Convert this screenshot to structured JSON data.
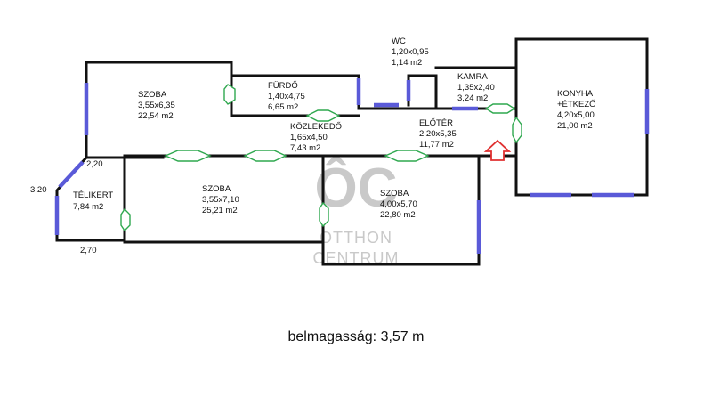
{
  "plan": {
    "rooms": [
      {
        "id": "szoba1",
        "name": "SZOBA",
        "dims": "3,55x6,35",
        "area": "22,54 m2"
      },
      {
        "id": "furdo",
        "name": "FÜRDŐ",
        "dims": "1,40x4,75",
        "area": "6,65 m2"
      },
      {
        "id": "wc",
        "name": "WC",
        "dims": "1,20x0,95",
        "area": "1,14 m2"
      },
      {
        "id": "kamra",
        "name": "KAMRA",
        "dims": "1,35x2,40",
        "area": "3,24 m2"
      },
      {
        "id": "konyha",
        "name": "KONYHA",
        "name2": "+ÉTKEZŐ",
        "dims": "4,20x5,00",
        "area": "21,00 m2"
      },
      {
        "id": "kozlekedo",
        "name": "KÖZLEKEDŐ",
        "dims": "1,65x4,50",
        "area": "7,43 m2"
      },
      {
        "id": "eloter",
        "name": "ELŐTÉR",
        "dims": "2,20x5,35",
        "area": "11,77 m2"
      },
      {
        "id": "telikert",
        "name": "TÉLIKERT",
        "dims": "",
        "area": "7,84 m2"
      },
      {
        "id": "szoba2",
        "name": "SZOBA",
        "dims": "3,55x7,10",
        "area": "25,21 m2"
      },
      {
        "id": "szoba3",
        "name": "SZOBA",
        "dims": "4,00x5,70",
        "area": "22,80 m2"
      }
    ],
    "dimensions": {
      "top": "2,20",
      "left": "3,20",
      "bottom": "2,70"
    },
    "watermark": {
      "mark": "ÔC",
      "line1": "OTTHON",
      "line2": "CENTRUM"
    }
  },
  "caption": "belmagasság: 3,57 m",
  "colors": {
    "wall": "#111111",
    "window": "#5a5ad8",
    "door": "#2fa84f",
    "entrance_arrow": "#e03030",
    "watermark": "#c9c9c9"
  }
}
